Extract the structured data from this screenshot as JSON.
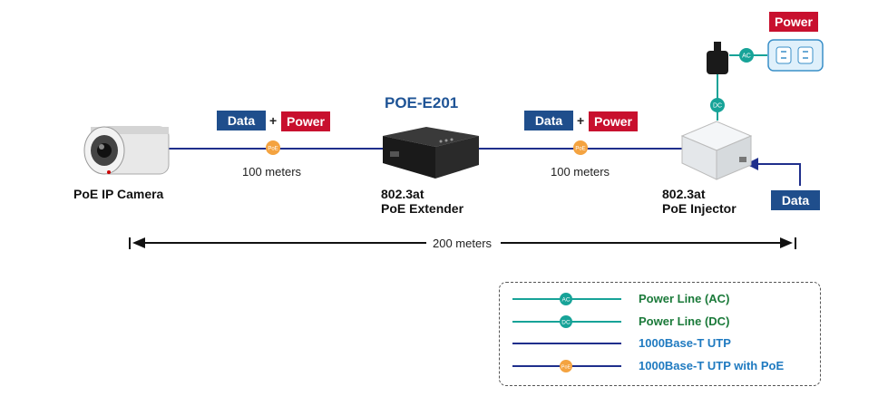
{
  "title": "POE-E201",
  "segments": [
    {
      "data_tag": "Data",
      "plus": "+",
      "power_tag": "Power",
      "distance": "100 meters",
      "badge": "PoE"
    },
    {
      "data_tag": "Data",
      "plus": "+",
      "power_tag": "Power",
      "distance": "100 meters",
      "badge": "PoE"
    }
  ],
  "devices": {
    "camera": "PoE IP Camera",
    "extender_line1": "802.3at",
    "extender_line2": "PoE Extender",
    "injector_line1": "802.3at",
    "injector_line2": "PoE Injector"
  },
  "power_source": {
    "tag": "Power",
    "ac_badge": "AC",
    "dc_badge": "DC"
  },
  "data_input": {
    "tag": "Data"
  },
  "total_distance": "200 meters",
  "legend": [
    {
      "badge": "AC",
      "label": "Power Line (AC)",
      "line_color": "#17a398",
      "text_color": "#1b7a3a"
    },
    {
      "badge": "DC",
      "label": "Power Line (DC)",
      "line_color": "#17a398",
      "text_color": "#1b7a3a"
    },
    {
      "badge": "",
      "label": "1000Base-T UTP",
      "line_color": "#1f2f8c",
      "text_color": "#1f7ac0"
    },
    {
      "badge": "PoE",
      "label": "1000Base-T UTP with PoE",
      "line_color": "#1f2f8c",
      "text_color": "#1f7ac0"
    }
  ],
  "colors": {
    "data_tag": "#1f4e8c",
    "power_tag": "#c8102e",
    "utp_line": "#1f2f8c",
    "power_line": "#17a398",
    "poe_badge": "#f4a340"
  }
}
